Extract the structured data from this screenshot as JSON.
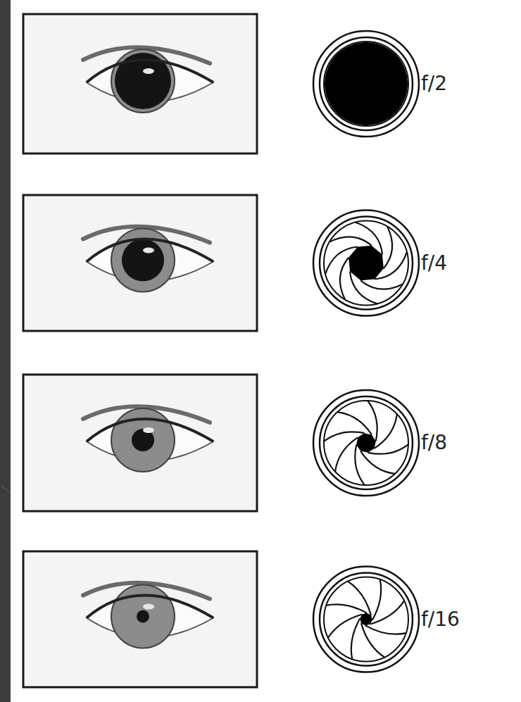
{
  "diagram": {
    "labels": [
      "f/2",
      "f/4",
      "f/8",
      "f/16"
    ]
  }
}
